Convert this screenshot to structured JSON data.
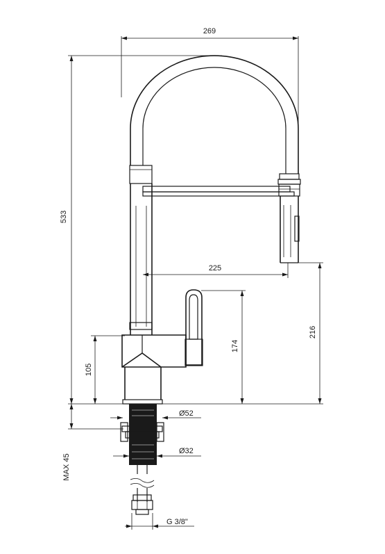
{
  "diagram": {
    "line_color": "#1a1a1a",
    "background": "#ffffff",
    "dimensions": {
      "overall_width": "269",
      "overall_height": "533",
      "spout_reach": "225",
      "spout_height": "216",
      "handle_height": "174",
      "body_height": "105",
      "base_diameter": "Ø52",
      "shank_diameter": "Ø32",
      "max_mount_thickness": "MAX 45",
      "hose_connection": "G 3/8\""
    }
  }
}
